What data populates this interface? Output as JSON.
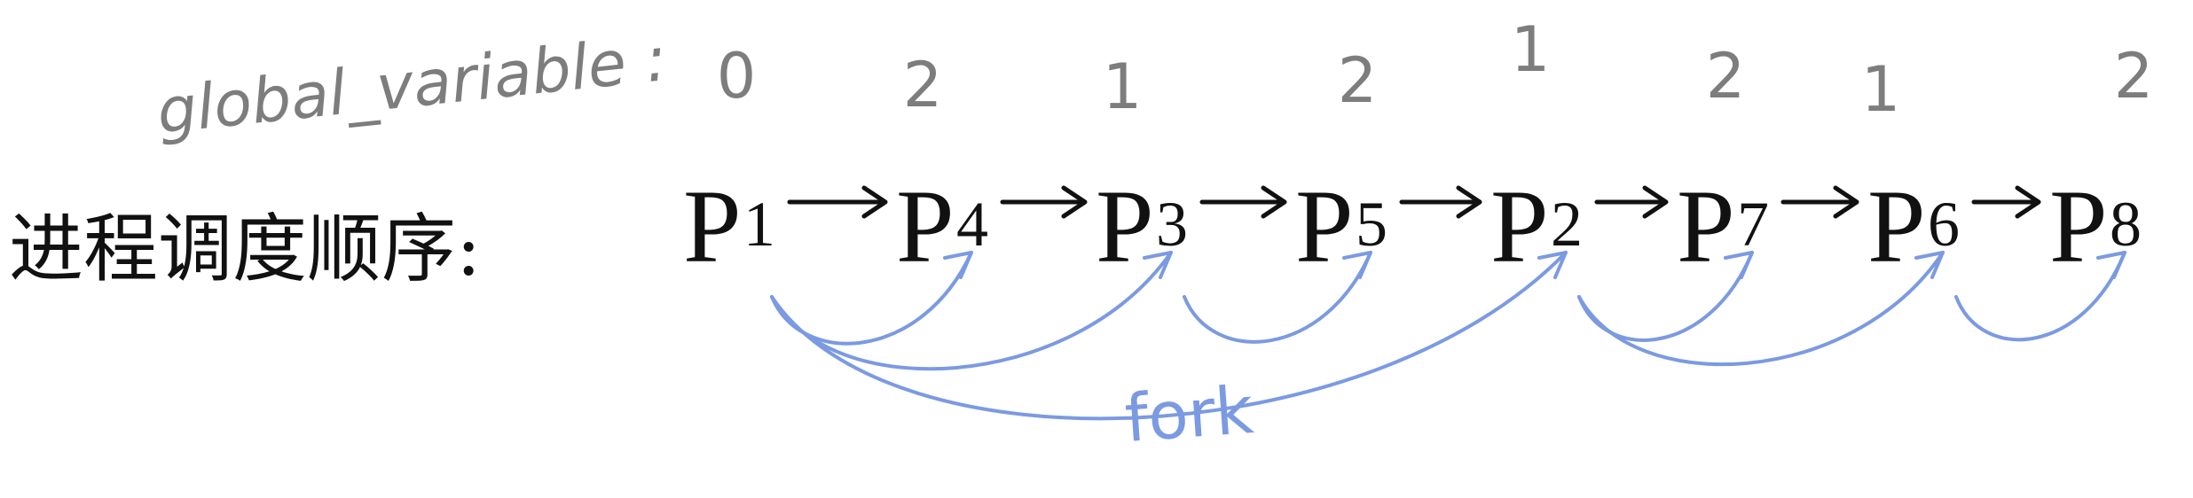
{
  "global_variable": {
    "label": "global_variable :",
    "values": [
      "0",
      "2",
      "1",
      "2",
      "1",
      "2",
      "1",
      "2"
    ]
  },
  "schedule": {
    "label": "进程调度顺序:",
    "processes": [
      {
        "letter": "P",
        "sub": "1"
      },
      {
        "letter": "P",
        "sub": "4"
      },
      {
        "letter": "P",
        "sub": "3"
      },
      {
        "letter": "P",
        "sub": "5"
      },
      {
        "letter": "P",
        "sub": "2"
      },
      {
        "letter": "P",
        "sub": "7"
      },
      {
        "letter": "P",
        "sub": "6"
      },
      {
        "letter": "P",
        "sub": "8"
      }
    ]
  },
  "forks": [
    {
      "from": 0,
      "to": 1
    },
    {
      "from": 0,
      "to": 2
    },
    {
      "from": 0,
      "to": 4
    },
    {
      "from": 2,
      "to": 3
    },
    {
      "from": 4,
      "to": 5
    },
    {
      "from": 4,
      "to": 6
    },
    {
      "from": 6,
      "to": 7
    }
  ],
  "fork_label": "fork",
  "colors": {
    "ink": "#111111",
    "pencil": "#7d7d7d",
    "fork": "#7b9ae2"
  }
}
